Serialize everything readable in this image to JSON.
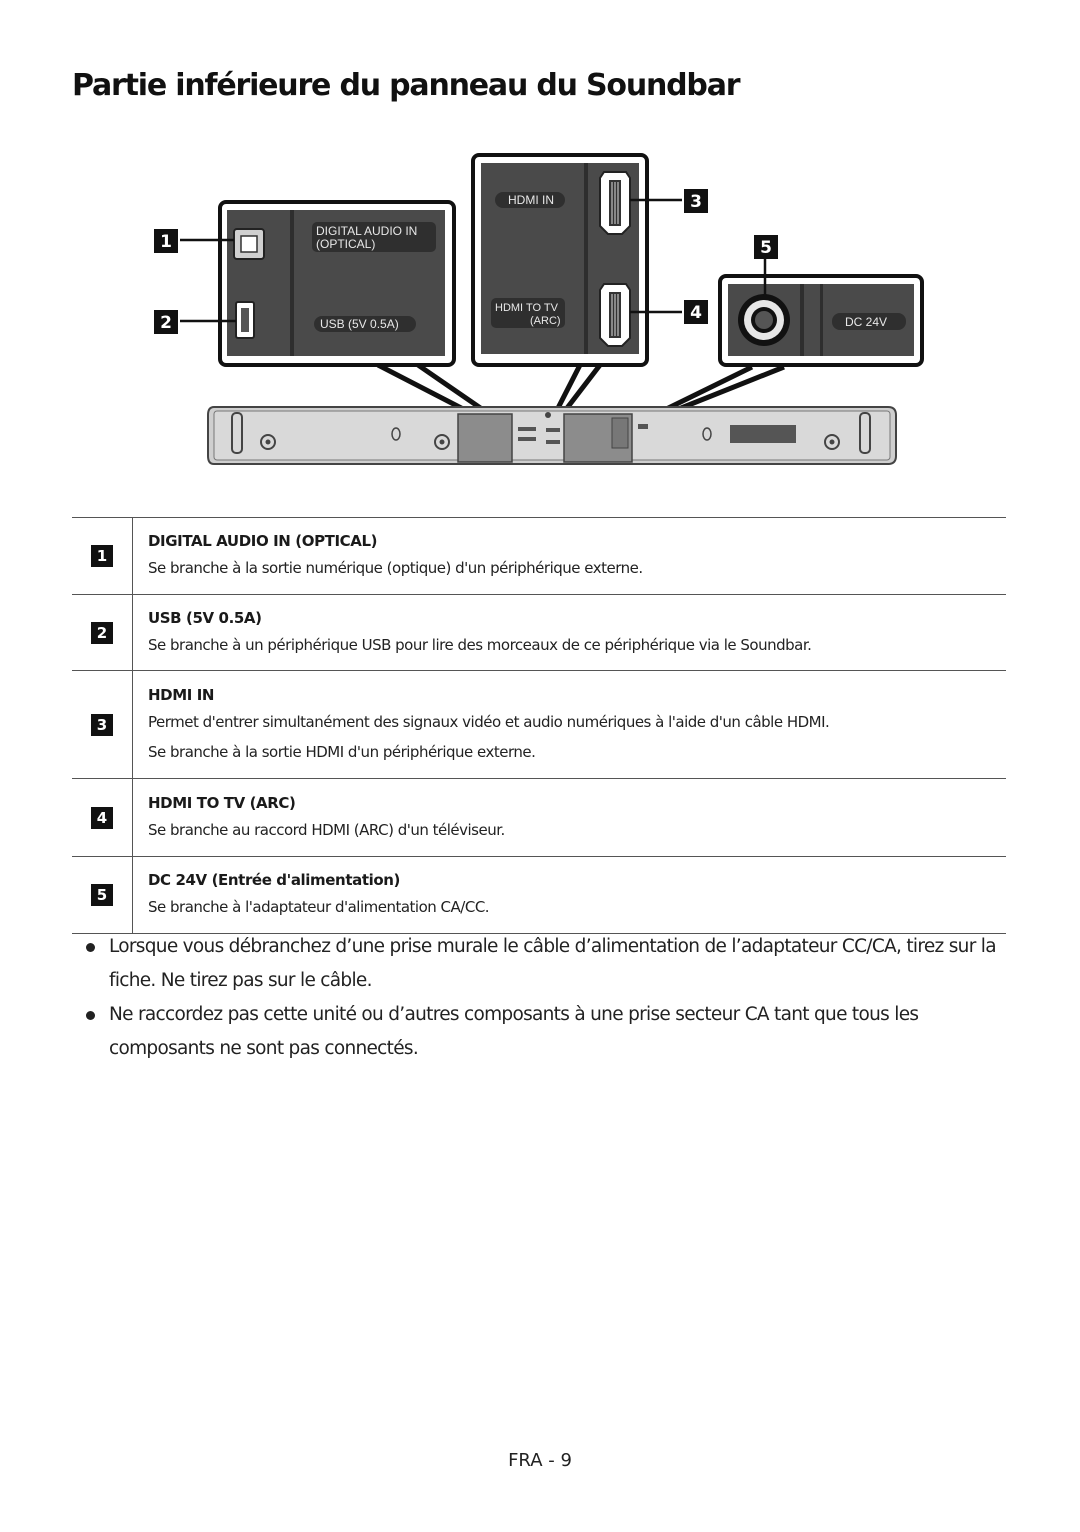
{
  "title": "Partie inférieure du panneau du Soundbar",
  "diagram": {
    "labels": {
      "digital_audio_line1": "DIGITAL AUDIO IN",
      "digital_audio_line2": "(OPTICAL)",
      "usb": "USB (5V 0.5A)",
      "hdmi_in": "HDMI IN",
      "hdmi_to_tv_line1": "HDMI TO TV",
      "hdmi_to_tv_line2": "(ARC)",
      "dc": "DC 24V"
    },
    "callouts": [
      "1",
      "2",
      "3",
      "4",
      "5"
    ]
  },
  "ports": [
    {
      "num": "1",
      "name": "DIGITAL AUDIO IN (OPTICAL)",
      "lines": [
        "Se branche à la sortie numérique (optique) d'un périphérique externe."
      ]
    },
    {
      "num": "2",
      "name": "USB (5V 0.5A)",
      "lines": [
        "Se branche à un périphérique USB pour lire des morceaux de ce périphérique via le Soundbar."
      ]
    },
    {
      "num": "3",
      "name": "HDMI IN",
      "lines": [
        "Permet d'entrer simultanément des signaux vidéo et audio numériques à l'aide d'un câble HDMI.",
        "Se branche à la sortie HDMI d'un périphérique externe."
      ]
    },
    {
      "num": "4",
      "name": "HDMI TO TV (ARC)",
      "lines": [
        "Se branche au raccord HDMI (ARC) d'un téléviseur."
      ]
    },
    {
      "num": "5",
      "name": "DC 24V (Entrée d'alimentation)",
      "lines": [
        "Se branche à l'adaptateur d'alimentation CA/CC."
      ]
    }
  ],
  "notes": [
    "Lorsque vous débranchez d’une prise murale le câble d’alimentation de l’adaptateur CC/CA, tirez sur la fiche. Ne tirez pas sur le câble.",
    "Ne raccordez pas cette unité ou d’autres composants à une prise secteur CA tant que tous les composants ne sont pas connectés."
  ],
  "footer": "FRA - 9"
}
